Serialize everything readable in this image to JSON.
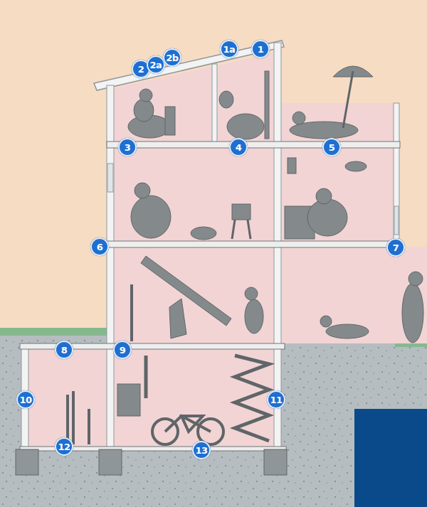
{
  "diagram": {
    "nodes": [
      {
        "text": [
          "1a"
        ]
      },
      {
        "text": [
          "1"
        ]
      },
      {
        "text": [
          "2"
        ]
      },
      {
        "text": [
          "2a"
        ]
      },
      {
        "text": [
          "2b"
        ]
      },
      {
        "text": [
          "3"
        ]
      },
      {
        "text": [
          "4"
        ]
      },
      {
        "text": [
          "5"
        ]
      },
      {
        "text": [
          "6"
        ]
      },
      {
        "text": [
          "7"
        ]
      },
      {
        "text": [
          "8"
        ]
      },
      {
        "text": [
          "9"
        ]
      },
      {
        "text": [
          "10"
        ]
      },
      {
        "text": [
          "11"
        ]
      },
      {
        "text": [
          "12"
        ]
      },
      {
        "text": [
          "13"
        ]
      }
    ]
  }
}
